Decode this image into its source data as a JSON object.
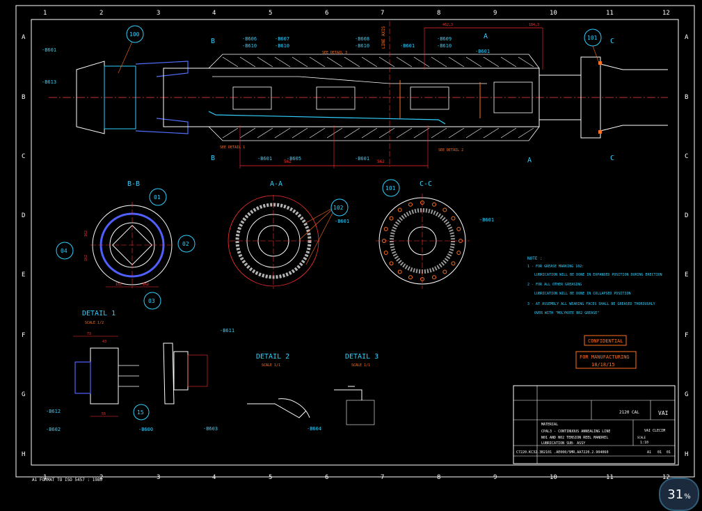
{
  "grid": {
    "cols": [
      "1",
      "2",
      "3",
      "4",
      "5",
      "6",
      "7",
      "8",
      "9",
      "10",
      "11",
      "12"
    ],
    "rows": [
      "A",
      "B",
      "C",
      "D",
      "E",
      "F",
      "G",
      "H"
    ]
  },
  "top_view": {
    "tags": [
      "-B601",
      "-B613",
      "-B606",
      "-B610",
      "-B607",
      "-B610",
      "-B608",
      "-B610",
      "-B601",
      "-B609",
      "-B610",
      "-B601",
      "-B601",
      "-B605",
      "-B601"
    ],
    "see_detail_1": "SEE DETAIL 1",
    "see_detail_2": "SEE DETAIL 2",
    "see_detail_3": "SEE DETAIL 3",
    "bubble_100": "100",
    "bubble_101": "101",
    "section_b": "B",
    "section_a": "A",
    "section_c": "C",
    "dim_left": "562",
    "dim_mid": "562",
    "dim_top_1": "462,3",
    "dim_top_2": "184,3",
    "line_axis": "LINE AXIS"
  },
  "sections": {
    "bb_title": "B-B",
    "aa_title": "A-A",
    "cc_title": "C-C",
    "b01": "01",
    "b02": "02",
    "b03": "03",
    "b04": "04",
    "b102": "102",
    "b101": "101",
    "tag_aa": "-B601",
    "tag_cc": "-B601",
    "dim_162_a": "162",
    "dim_162_b": "162",
    "dim_162_c": "162",
    "dim_162_d": "162"
  },
  "notes": {
    "title": "NOTE :",
    "n1": "1 - FOR GREASE MARKING 102:",
    "n1b": "LUBRICATION WILL BE DONE IN EXPANDED POSITION DURING ERECTION",
    "n2": "2 - FOR ALL OTHER GREASING",
    "n2b": "LUBRICATION WILL BE DONE IN COLLAPSED POSITION",
    "n3": "3 - AT ASSEMBLY ALL WEARING FACES SHALL BE GREASED THOROUGHLY",
    "n3b": "OVER WITH \"MOLYKOTE BR2 GREASE\""
  },
  "stamps": {
    "confidential": "CONFIDENTIAL",
    "for_manufacturing": "FOR MANUFACTURING",
    "date": "18/18/15"
  },
  "details": {
    "d1_title": "DETAIL 1",
    "d1_scale": "SCALE 1/2",
    "d2_title": "DETAIL 2",
    "d2_scale": "SCALE 1/1",
    "d3_title": "DETAIL 3",
    "d3_scale": "SCALE 1/1",
    "tag_611": "-B611",
    "tag_612": "-B612",
    "tag_602": "-B602",
    "tag_600": "-B600",
    "tag_603": "-B603",
    "tag_604": "-B604",
    "bubble_15": "15",
    "dim_73": "73",
    "dim_43": "43",
    "dim_55": "55"
  },
  "title_block": {
    "material": "MATERIAL",
    "line1": "CPAL3 - CONTINUOUS ANNEALING LINE",
    "line2": "N01 AND N02 TENSION REEL MANDREL",
    "line3": "LUBRICATION SUB- ASSY",
    "drawing_no": "C7220.KC32.3B2101 .AE000/5MR.AA7220.2.904060",
    "scale_label": "SCALE",
    "scale_val": "1:10",
    "sheet": "01",
    "rev": "01",
    "size": "A1",
    "company": "2120 CAL",
    "vai": "VAI CLECIM",
    "vai_logo": "VAI"
  },
  "footer": {
    "format": "A1 FORMAT TO ISO 5457 : 1980"
  },
  "ui": {
    "zoom_value": "31",
    "zoom_unit": "%"
  }
}
